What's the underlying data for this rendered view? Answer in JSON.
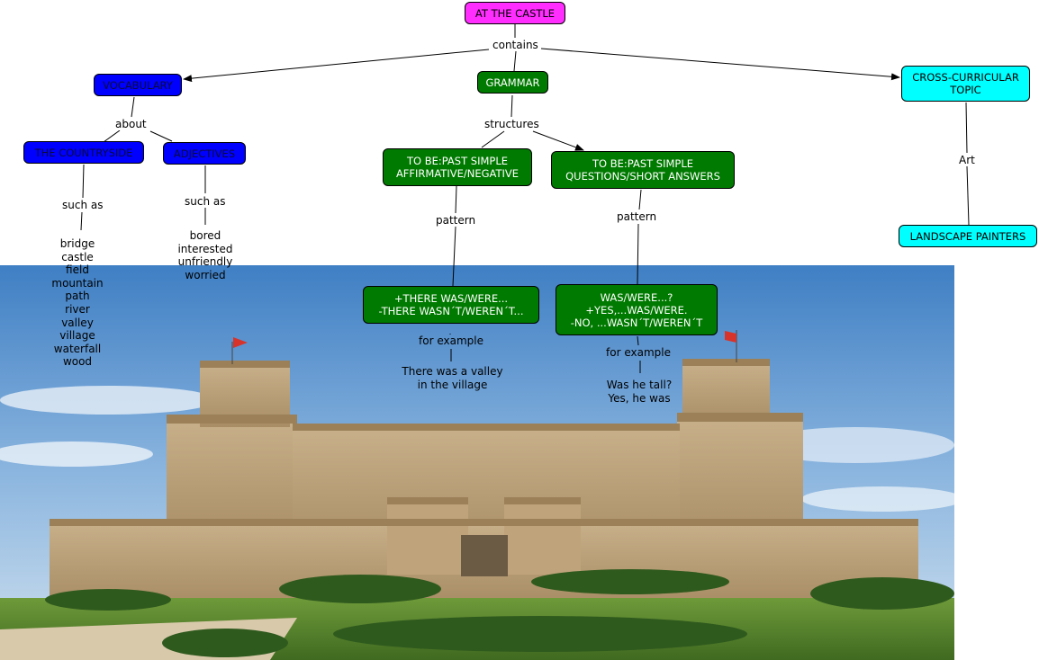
{
  "concept_map": {
    "root": "AT THE CASTLE",
    "root_link": "contains",
    "vocabulary": {
      "title": "VOCABULARY",
      "link": "about",
      "countryside": {
        "title": "THE COUNTRYSIDE",
        "link": "such as",
        "words": [
          "bridge",
          "castle",
          "field",
          "mountain",
          "path",
          "river",
          "valley",
          "village",
          "waterfall",
          "wood"
        ]
      },
      "adjectives": {
        "title": "ADJECTIVES",
        "link": "such as",
        "words": [
          "bored",
          "interested",
          "unfriendly",
          "worried"
        ]
      }
    },
    "grammar": {
      "title": "GRAMMAR",
      "link": "structures",
      "affirmative": {
        "title": "TO BE:PAST SIMPLE\nAFFIRMATIVE/NEGATIVE",
        "link": "pattern",
        "pattern": "+THERE WAS/WERE...\n-THERE WASN´T/WEREN´T...",
        "example_link": "for example",
        "example": "There was a valley\nin the village"
      },
      "questions": {
        "title": "TO BE:PAST SIMPLE\nQUESTIONS/SHORT ANSWERS",
        "link": "pattern",
        "pattern": "WAS/WERE...?\n+YES,...WAS/WERE.\n-NO, ...WASN´T/WEREN´T",
        "example_link": "for example",
        "example": "Was he tall?\nYes, he was"
      }
    },
    "cross_curricular": {
      "title": "CROSS-CURRICULAR\nTOPIC",
      "link": "Art",
      "topic": "LANDSCAPE PAINTERS"
    }
  },
  "colors": {
    "root": "#ff2eff",
    "vocabulary": "#0000ff",
    "grammar": "#007a00",
    "cross_curricular": "#00ffff"
  },
  "image": {
    "subject": "castle-photo"
  }
}
